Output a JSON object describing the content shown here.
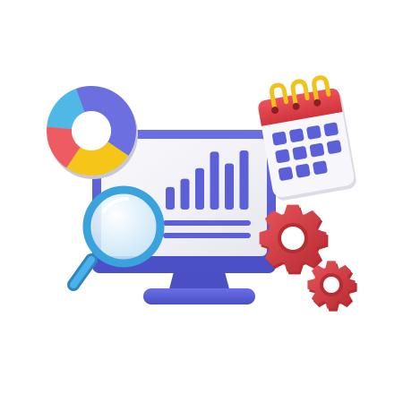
{
  "illustration": {
    "colors": {
      "monitor_frame": "#5a5fd6",
      "monitor_frame_dark": "#4348b8",
      "screen": "#f2f2f6",
      "bar": "#5b60d8",
      "donut_blue": "#6c6fe0",
      "donut_cyan": "#4fb8e6",
      "donut_yellow": "#f5c518",
      "donut_red": "#ef5b63",
      "calendar_red": "#e8424c",
      "calendar_ring": "#f3c21a",
      "calendar_cell": "#5b60d8",
      "calendar_paper": "#f7f7fb",
      "gear": "#d93a40",
      "gear_dark": "#b82c33",
      "magnifier_ring": "#3aa2dd",
      "magnifier_glass": "#cfe9f8"
    },
    "icons": {
      "monitor": "monitor-icon",
      "bar_chart": "bar-chart-icon",
      "donut_chart": "donut-chart-icon",
      "calendar": "calendar-icon",
      "gears": "gears-icon",
      "magnifier": "magnifier-icon"
    },
    "bar_levels": [
      0.38,
      0.52,
      0.7,
      0.98,
      0.78,
      1.0
    ],
    "donut_segments": [
      {
        "color": "donut_blue",
        "fraction": 0.4
      },
      {
        "color": "donut_yellow",
        "fraction": 0.25
      },
      {
        "color": "donut_red",
        "fraction": 0.17
      },
      {
        "color": "donut_cyan",
        "fraction": 0.18
      }
    ],
    "calendar_grid": {
      "rows": 3,
      "cols": 4
    }
  }
}
